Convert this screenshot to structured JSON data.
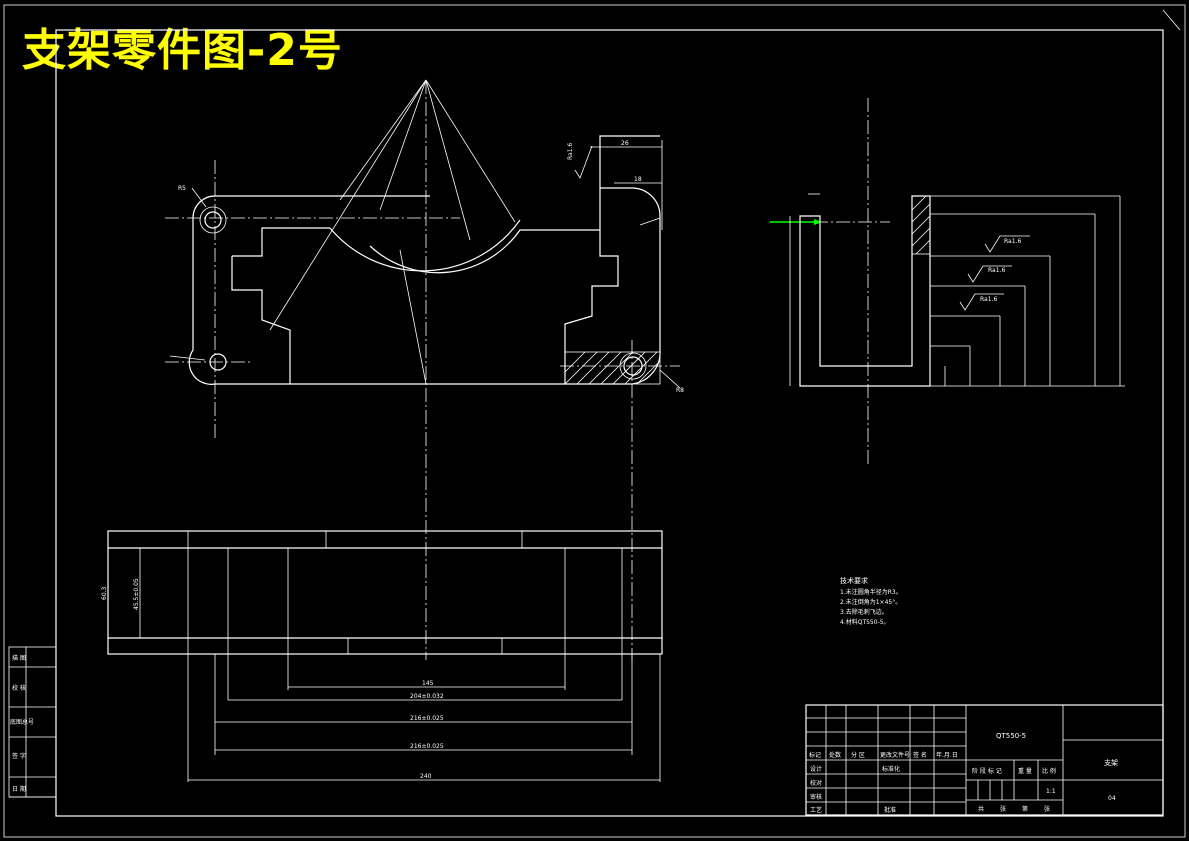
{
  "title": "支架零件图-2号",
  "notes": {
    "heading": "技术要求",
    "lines": [
      "1.未注圆角半径为R3。",
      "2.未注倒角为1×45°。",
      "3.去除毛刺飞边。",
      "4.材料QT550-5。"
    ]
  },
  "side_labels": [
    "描 图",
    "校 核",
    "底图总号",
    "签 字",
    "日 期"
  ],
  "title_block": {
    "material": "QT550-5",
    "part_name": "支架",
    "drawing_no": "04",
    "scale": "1:1",
    "hdr": [
      "标记",
      "处数",
      "分 区",
      "更改文件号",
      "签 名",
      "年.月.日"
    ],
    "rows": [
      "设计",
      "校对",
      "审核",
      "工艺"
    ],
    "std": "标准化",
    "approve": "批准",
    "stage_hdr": [
      "阶 段 标 记",
      "重 量",
      "比 例"
    ],
    "sheet": [
      "共",
      "张",
      "第",
      "张"
    ]
  },
  "roughness": [
    "Ra1.6",
    "Ra1.6",
    "Ra1.6",
    "Ra1.6"
  ],
  "dims": {
    "bottom": [
      "145",
      "204±0.032",
      "216±0.025",
      "216±0.025",
      "240"
    ],
    "left_bottom": [
      "60.3",
      "45.5±0.05"
    ],
    "top": [
      "26",
      "18",
      "R5",
      "R8"
    ]
  }
}
